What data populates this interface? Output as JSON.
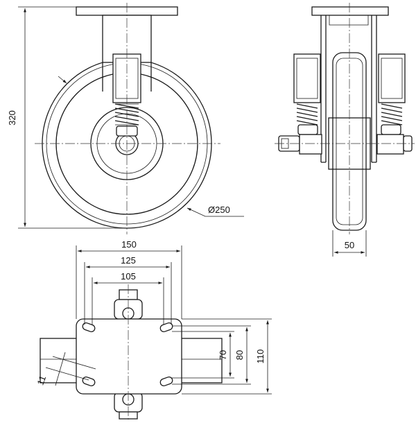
{
  "dimensions": {
    "height": "320",
    "wheel_diameter": "Ø250",
    "wheel_width": "50",
    "plate_length": "150",
    "hole_spacing_outer": "125",
    "hole_spacing_inner": "105",
    "plate_width": "110",
    "hole_spacing_width_outer": "80",
    "hole_spacing_width_inner": "70",
    "slot_width": "11"
  }
}
